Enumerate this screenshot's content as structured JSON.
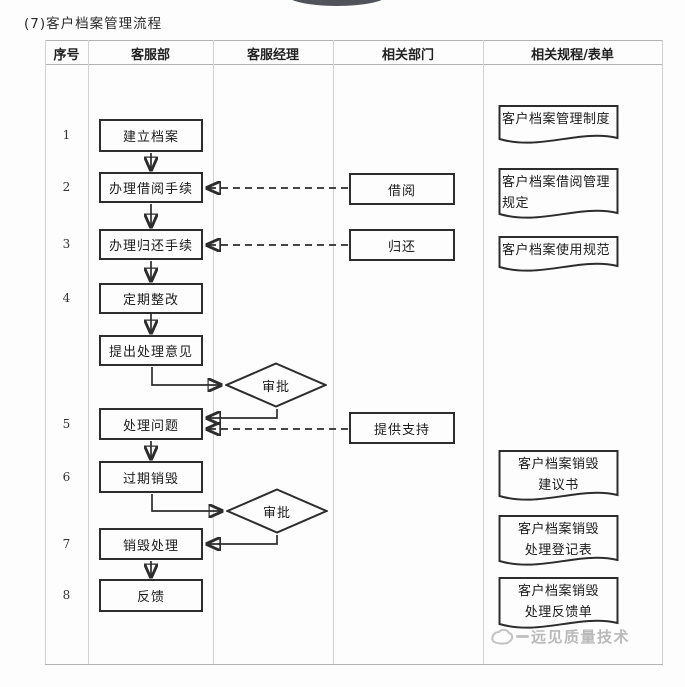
{
  "page": {
    "title": "(7)客户档案管理流程",
    "watermark": "远见质量技术"
  },
  "table": {
    "columns": [
      "序号",
      "客服部",
      "客服经理",
      "相关部门",
      "相关规程/表单"
    ],
    "row_numbers": [
      "1",
      "2",
      "3",
      "4",
      "5",
      "6",
      "7",
      "8"
    ]
  },
  "flow": {
    "process_steps": [
      {
        "label": "建立档案"
      },
      {
        "label": "办理借阅手续"
      },
      {
        "label": "办理归还手续"
      },
      {
        "label": "定期整改"
      },
      {
        "label": "提出处理意见"
      },
      {
        "label": "处理问题"
      },
      {
        "label": "过期销毁"
      },
      {
        "label": "销毁处理"
      },
      {
        "label": "反馈"
      }
    ],
    "decisions": [
      {
        "label": "审批"
      },
      {
        "label": "审批"
      }
    ],
    "related_departments": [
      {
        "label": "借阅"
      },
      {
        "label": "归还"
      },
      {
        "label": "提供支持"
      }
    ],
    "documents": [
      {
        "lines": [
          "客户档案管理制度"
        ]
      },
      {
        "lines": [
          "客户档案借阅管理",
          "规定"
        ]
      },
      {
        "lines": [
          "客户档案使用规范"
        ]
      },
      {
        "lines": [
          "客户档案销毁",
          "建议书"
        ]
      },
      {
        "lines": [
          "客户档案销毁",
          "处理登记表"
        ]
      },
      {
        "lines": [
          "客户档案销毁",
          "处理反馈单"
        ]
      }
    ],
    "colors": {
      "line": "#2d2d2d",
      "grid": "#c9c9c9",
      "watermark": "#b9b9b9"
    }
  }
}
